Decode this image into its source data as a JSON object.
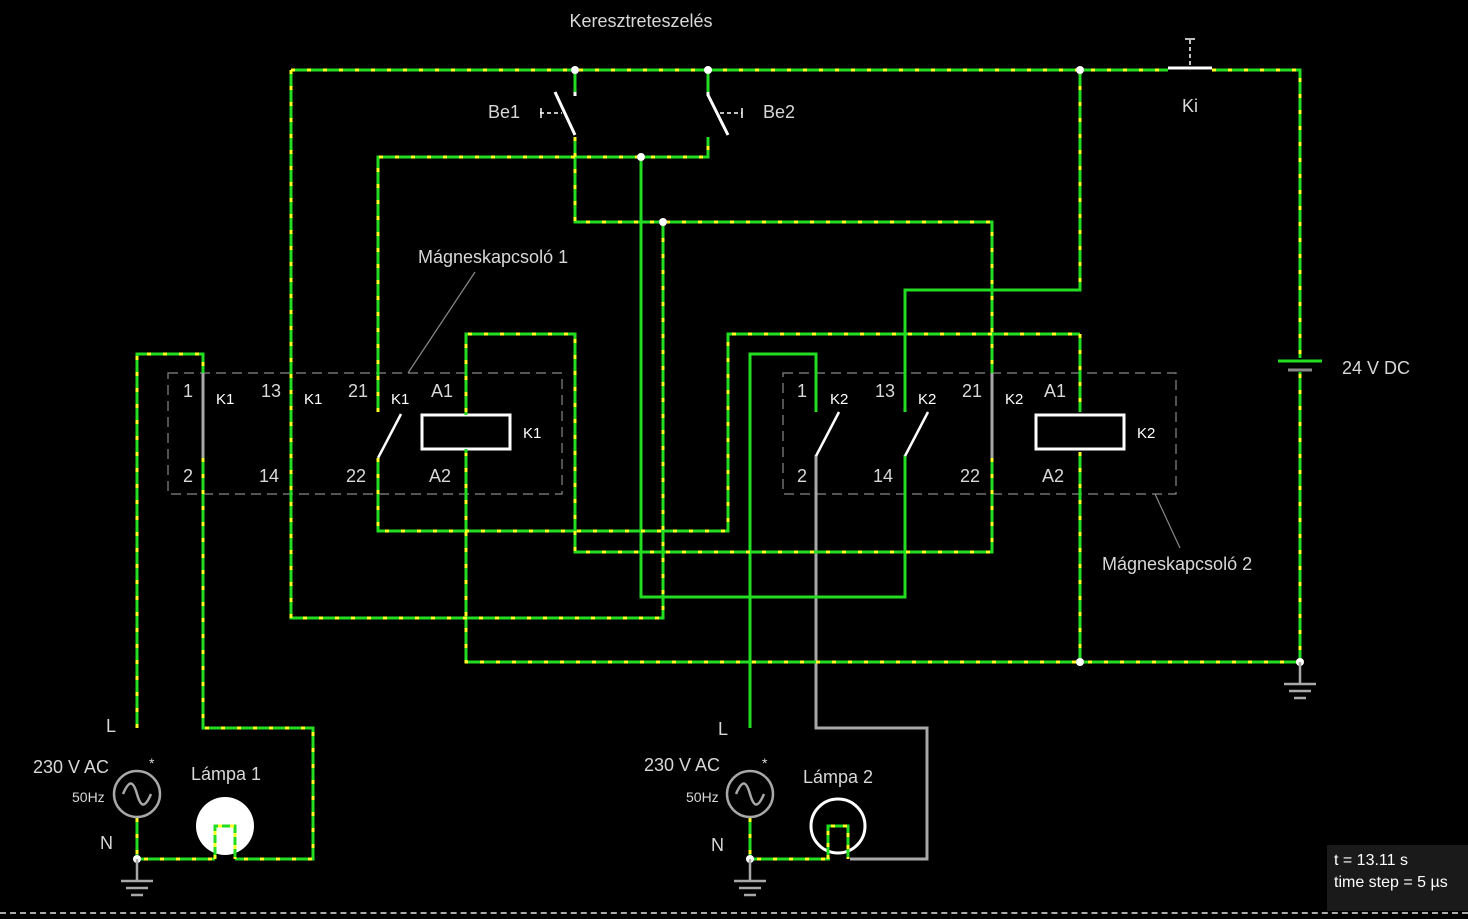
{
  "title": "Keresztreteszelés",
  "switches": {
    "be1": "Be1",
    "be2": "Be2",
    "ki": "Ki"
  },
  "contactor1": {
    "label": "Mágneskapcsoló 1",
    "name": "K1",
    "terminals": [
      "1",
      "2",
      "13",
      "14",
      "21",
      "22",
      "A1",
      "A2"
    ]
  },
  "contactor2": {
    "label": "Mágneskapcsoló 2",
    "name": "K2",
    "terminals": [
      "1",
      "2",
      "13",
      "14",
      "21",
      "22",
      "A1",
      "A2"
    ]
  },
  "dc_source": {
    "label": "24 V DC"
  },
  "ac_source1": {
    "voltage": "230 V AC",
    "freq": "50Hz",
    "line": "L",
    "neutral": "N",
    "marker": "*"
  },
  "ac_source2": {
    "voltage": "230 V AC",
    "freq": "50Hz",
    "line": "L",
    "neutral": "N",
    "marker": "*"
  },
  "lamp1": {
    "label": "Lámpa 1",
    "state": "on"
  },
  "lamp2": {
    "label": "Lámpa 2",
    "state": "off"
  },
  "status": {
    "time": "t = 13.11 s",
    "time_step": "time step = 5 µs"
  },
  "colors": {
    "live_wire": "#22dd22",
    "current_dot": "#ffff22",
    "dead_wire": "#a8a8a8",
    "box_border": "#888888"
  }
}
